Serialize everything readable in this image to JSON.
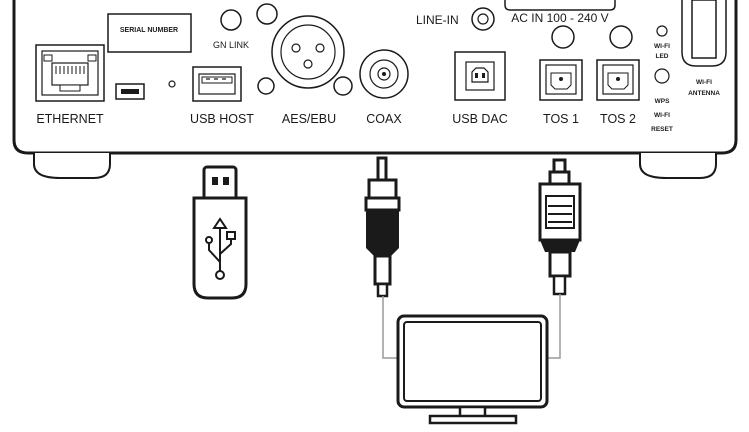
{
  "panel": {
    "serial_label": "SERIAL NUMBER",
    "gn_link": "GN LINK",
    "line_in": "LINE-IN",
    "ac_in": "AC IN 100 - 240 V",
    "wifi_led": [
      "WI-FI",
      "LED"
    ],
    "wps": "WPS",
    "wifi_reset": [
      "WI-FI",
      "RESET"
    ],
    "wifi_antenna": [
      "WI-FI",
      "ANTENNA"
    ],
    "ports": {
      "ethernet": "ETHERNET",
      "usb_host": "USB HOST",
      "aes_ebu": "AES/EBU",
      "coax": "COAX",
      "usb_dac": "USB DAC",
      "tos1": "TOS 1",
      "tos2": "TOS 2"
    }
  },
  "colors": {
    "line": "#1a1a1a",
    "panel_fill": "#ffffff",
    "cable_gray": "#9a9a9a"
  },
  "icons": [
    "usb-stick-icon",
    "rca-plug-icon",
    "optical-plug-icon",
    "tv-icon",
    "usb-symbol-icon"
  ]
}
